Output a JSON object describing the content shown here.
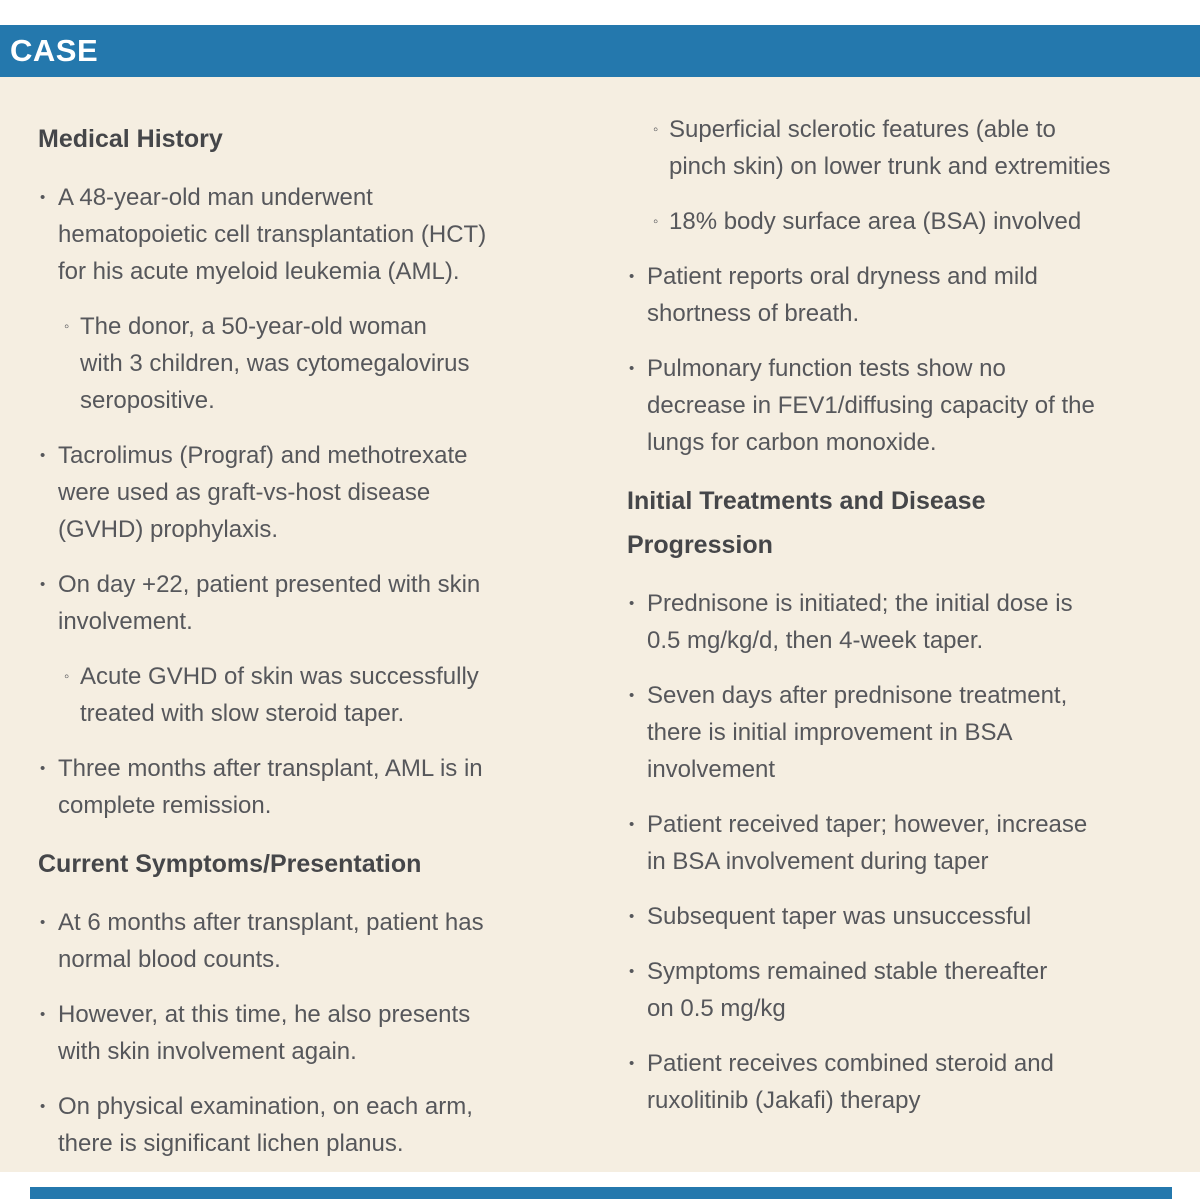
{
  "banner": {
    "title": "CASE"
  },
  "colors": {
    "banner_blue": "#2478AD",
    "background_cream": "#F5EEE1",
    "body_text": "#56575B",
    "heading_text": "#454649",
    "banner_text": "#FFFFFF",
    "bottom_bar_blue": "#2478AD"
  },
  "markers": {
    "level1": "•",
    "level2": "◦"
  },
  "columns": [
    {
      "name": "left",
      "blocks": [
        {
          "type": "heading",
          "text": "Medical History"
        },
        {
          "type": "bullet",
          "level": 1,
          "text": "A 48-year-old man underwent\nhematopoietic cell transplantation (HCT)\nfor his acute myeloid leukemia (AML)."
        },
        {
          "type": "bullet",
          "level": 2,
          "text": "The donor, a 50-year-old woman\nwith 3 children, was cytomegalovirus\nseropositive."
        },
        {
          "type": "bullet",
          "level": 1,
          "text": "Tacrolimus (Prograf) and methotrexate\nwere used as graft-vs-host disease\n(GVHD) prophylaxis."
        },
        {
          "type": "bullet",
          "level": 1,
          "text": "On day +22, patient presented with skin\ninvolvement."
        },
        {
          "type": "bullet",
          "level": 2,
          "text": "Acute GVHD of skin was successfully\ntreated with slow steroid taper."
        },
        {
          "type": "bullet",
          "level": 1,
          "text": "Three months after transplant, AML is in\ncomplete remission."
        },
        {
          "type": "heading",
          "text": "Current Symptoms/Presentation"
        },
        {
          "type": "bullet",
          "level": 1,
          "text": "At 6 months after transplant, patient has\nnormal blood counts."
        },
        {
          "type": "bullet",
          "level": 1,
          "text": "However, at this time, he also presents\nwith skin involvement again."
        },
        {
          "type": "bullet",
          "level": 1,
          "text": "On physical examination, on each arm,\nthere is significant lichen planus."
        }
      ]
    },
    {
      "name": "right",
      "blocks": [
        {
          "type": "bullet",
          "level": 2,
          "text": "Superficial sclerotic features (able to\npinch skin) on lower trunk and extremities"
        },
        {
          "type": "bullet",
          "level": 2,
          "text": "18% body surface area (BSA) involved"
        },
        {
          "type": "bullet",
          "level": 1,
          "text": "Patient reports oral dryness and mild\nshortness of breath."
        },
        {
          "type": "bullet",
          "level": 1,
          "text": "Pulmonary function tests show no\ndecrease in FEV1/diffusing capacity of the\nlungs for carbon monoxide."
        },
        {
          "type": "heading",
          "text": "Initial Treatments and Disease\nProgression"
        },
        {
          "type": "bullet",
          "level": 1,
          "text": "Prednisone is initiated; the initial dose is\n0.5 mg/kg/d, then 4-week taper."
        },
        {
          "type": "bullet",
          "level": 1,
          "text": "Seven days after prednisone treatment,\nthere is initial improvement in BSA\ninvolvement"
        },
        {
          "type": "bullet",
          "level": 1,
          "text": "Patient received taper; however, increase\nin BSA involvement during taper"
        },
        {
          "type": "bullet",
          "level": 1,
          "text": "Subsequent taper was unsuccessful"
        },
        {
          "type": "bullet",
          "level": 1,
          "text": "Symptoms remained stable thereafter\non 0.5 mg/kg"
        },
        {
          "type": "bullet",
          "level": 1,
          "text": "Patient receives combined steroid and\nruxolitinib (Jakafi) therapy"
        }
      ]
    }
  ]
}
